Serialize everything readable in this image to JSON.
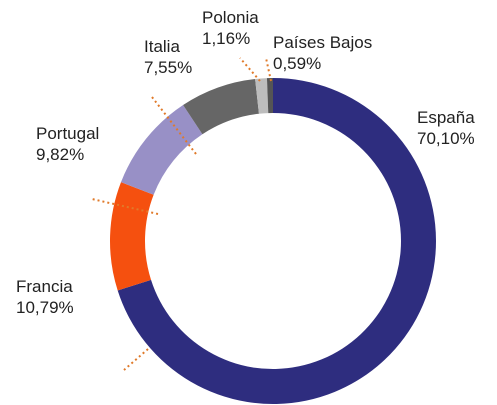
{
  "chart_data": {
    "type": "pie",
    "variant": "donut",
    "title": "",
    "categories": [
      "España",
      "Francia",
      "Portugal",
      "Italia",
      "Polonia",
      "Países Bajos"
    ],
    "values": [
      70.1,
      10.79,
      9.82,
      7.55,
      1.16,
      0.59
    ],
    "value_labels": [
      "70,10%",
      "10,79%",
      "9,82%",
      "7,55%",
      "1,16%",
      "0,59%"
    ],
    "colors": [
      "#2e2d7f",
      "#f5500f",
      "#9890c6",
      "#666666",
      "#bdbdbd",
      "#555555"
    ],
    "leader_line_color": "#e07a2a",
    "start_angle_deg": 0,
    "direction": "clockwise",
    "legend": "none"
  }
}
